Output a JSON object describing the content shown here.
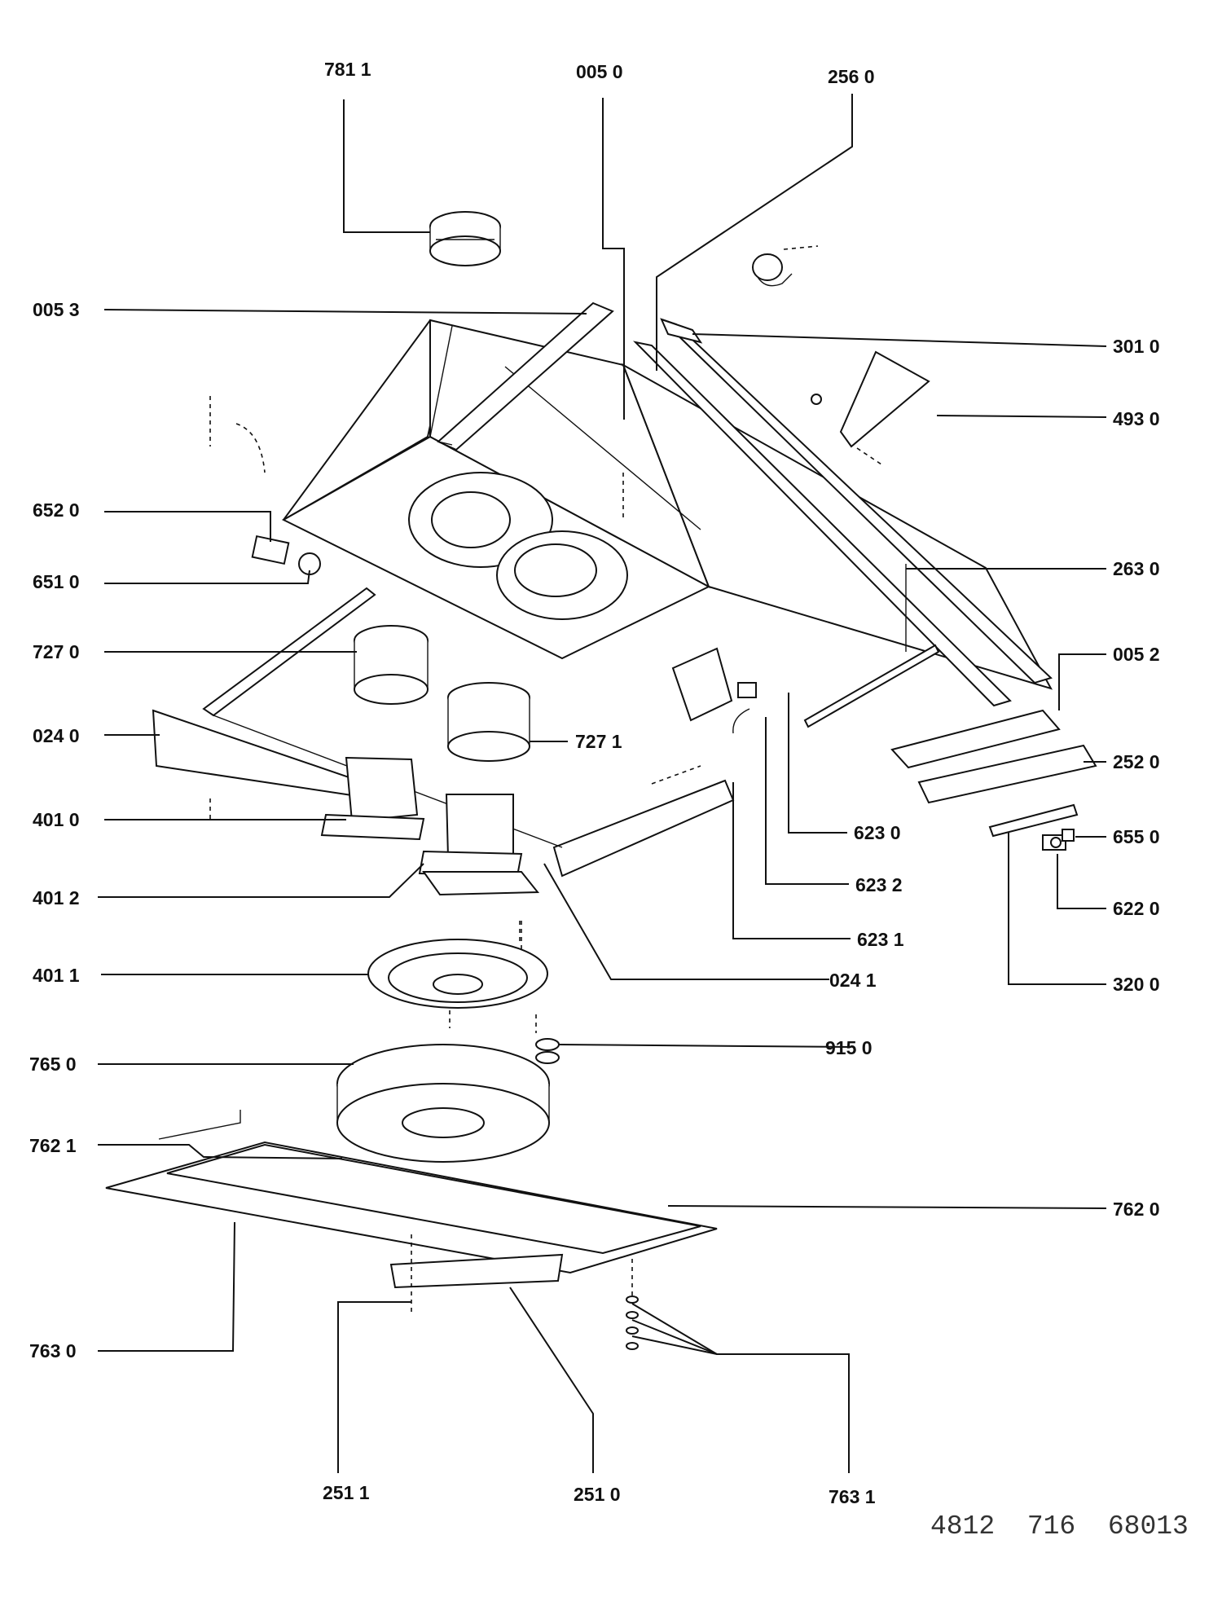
{
  "labels": {
    "p7811": "781 1",
    "p0050": "005 0",
    "p2560": "256 0",
    "p0053": "005 3",
    "p3010": "301 0",
    "p4930": "493 0",
    "p6520": "652 0",
    "p6510": "651 0",
    "p2630": "263 0",
    "p7270": "727 0",
    "p0052": "005 2",
    "p0240": "024 0",
    "p7271": "727 1",
    "p2520": "252 0",
    "p4010": "401 0",
    "p6230": "623 0",
    "p6550": "655 0",
    "p6232": "623 2",
    "p4012": "401 2",
    "p6220": "622 0",
    "p6231": "623 1",
    "p4011": "401 1",
    "p0241": "024 1",
    "p3200": "320 0",
    "p9150": "915 0",
    "p7650": "765 0",
    "p7621": "762 1",
    "p7620": "762 0",
    "p7630": "763 0",
    "p2511": "251 1",
    "p2510": "251 0",
    "p7631": "763 1"
  },
  "document_number": "4812  716  68013"
}
